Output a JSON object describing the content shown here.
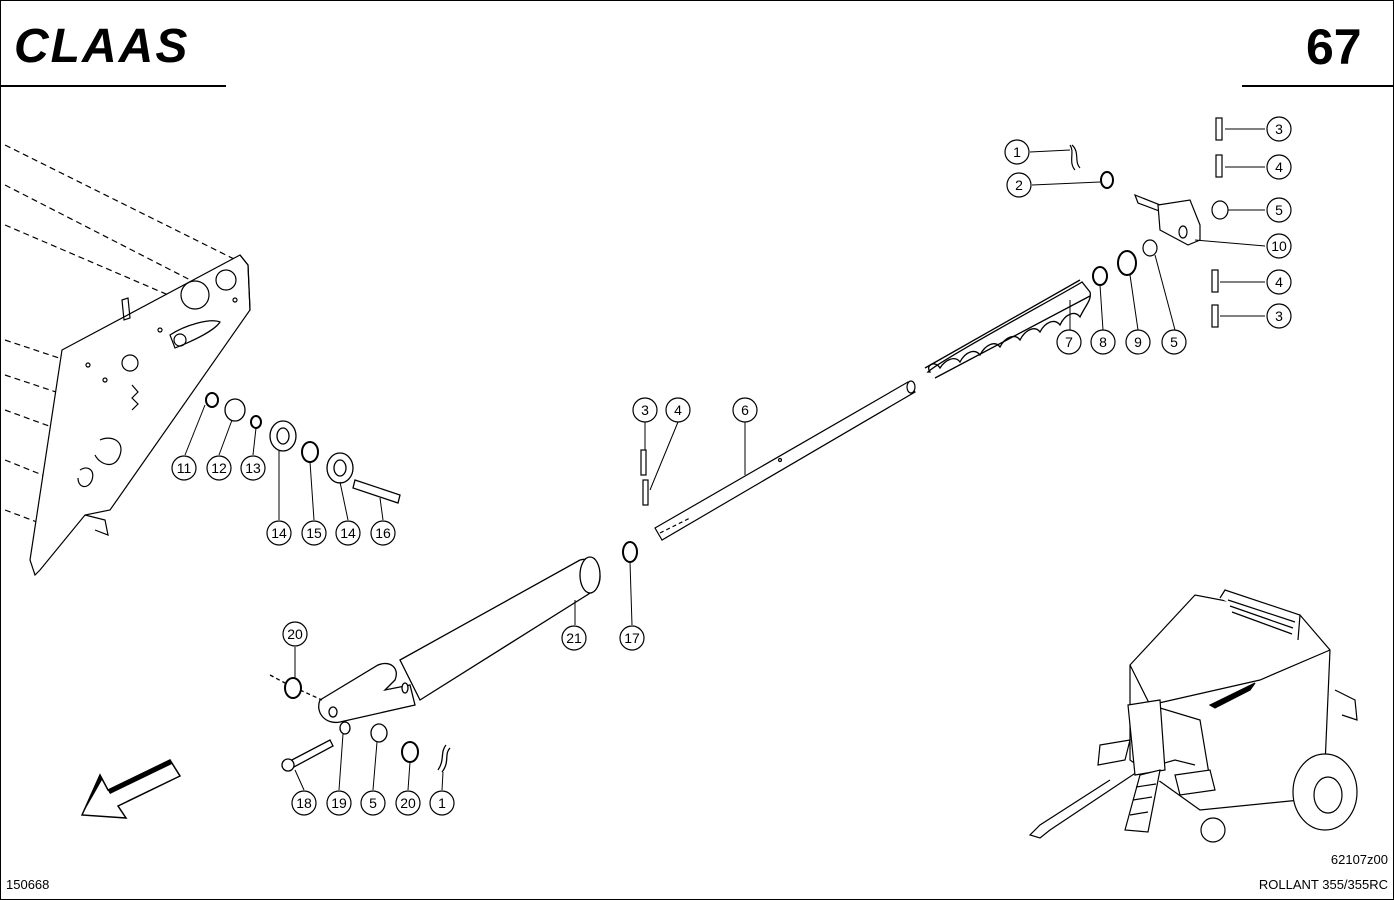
{
  "header": {
    "brand": "CLAAS",
    "page_number": "67"
  },
  "footer": {
    "doc_id": "150668",
    "drawing_id": "62107z00",
    "model": "ROLLANT 355/355RC"
  },
  "callouts": [
    {
      "label": "1"
    },
    {
      "label": "2"
    },
    {
      "label": "3"
    },
    {
      "label": "4"
    },
    {
      "label": "5"
    },
    {
      "label": "10"
    },
    {
      "label": "4"
    },
    {
      "label": "3"
    },
    {
      "label": "7"
    },
    {
      "label": "8"
    },
    {
      "label": "9"
    },
    {
      "label": "5"
    },
    {
      "label": "3"
    },
    {
      "label": "4"
    },
    {
      "label": "6"
    },
    {
      "label": "11"
    },
    {
      "label": "12"
    },
    {
      "label": "13"
    },
    {
      "label": "14"
    },
    {
      "label": "15"
    },
    {
      "label": "14"
    },
    {
      "label": "16"
    },
    {
      "label": "20"
    },
    {
      "label": "21"
    },
    {
      "label": "17"
    },
    {
      "label": "18"
    },
    {
      "label": "19"
    },
    {
      "label": "5"
    },
    {
      "label": "20"
    },
    {
      "label": "1"
    }
  ],
  "colors": {
    "ink": "#000000",
    "paper": "#ffffff",
    "shade": "#e6e6e6"
  }
}
